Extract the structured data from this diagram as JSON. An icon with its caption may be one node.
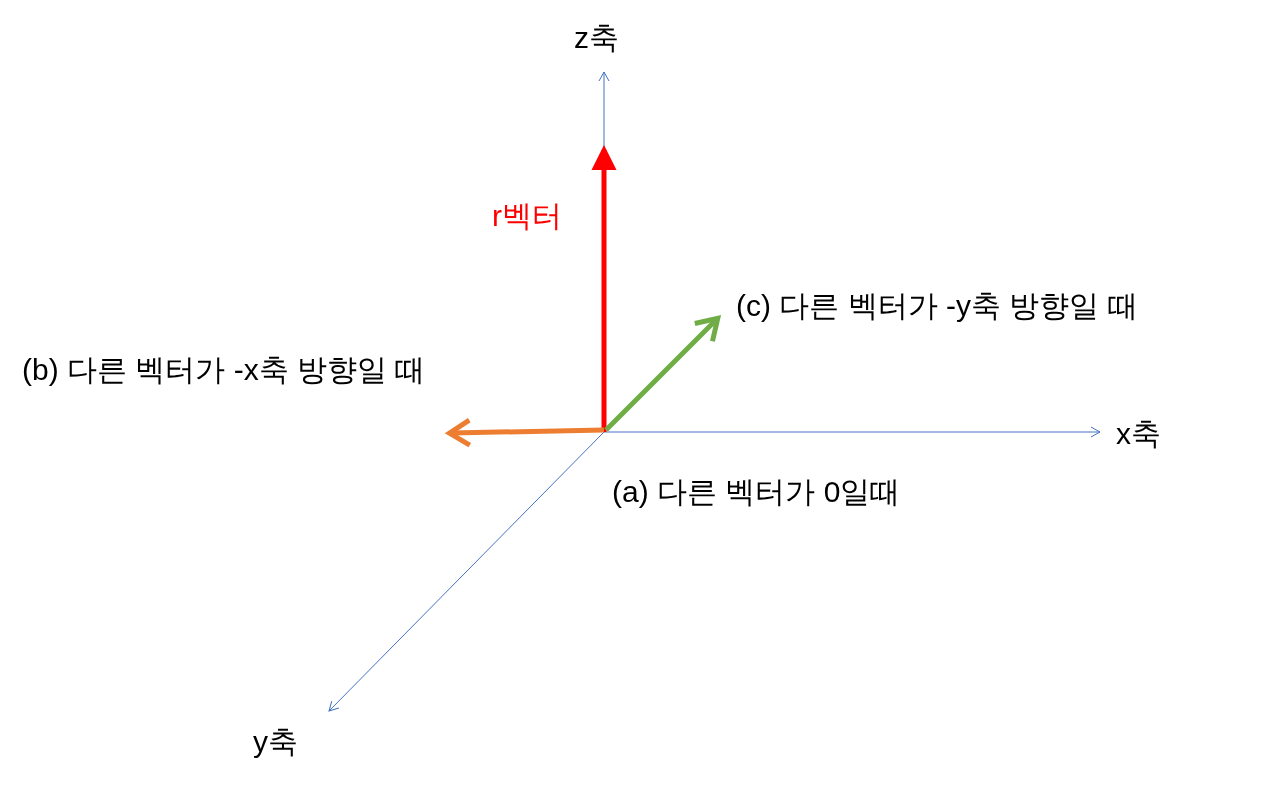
{
  "diagram": {
    "labels": [
      "z축",
      "r벡터",
      "(c) 다른 벡터가 -y축 방향일 때",
      "(b) 다른 벡터가 -x축 방향일 때",
      "x축",
      "(a) 다른 벡터가 0일때",
      "y축"
    ]
  }
}
